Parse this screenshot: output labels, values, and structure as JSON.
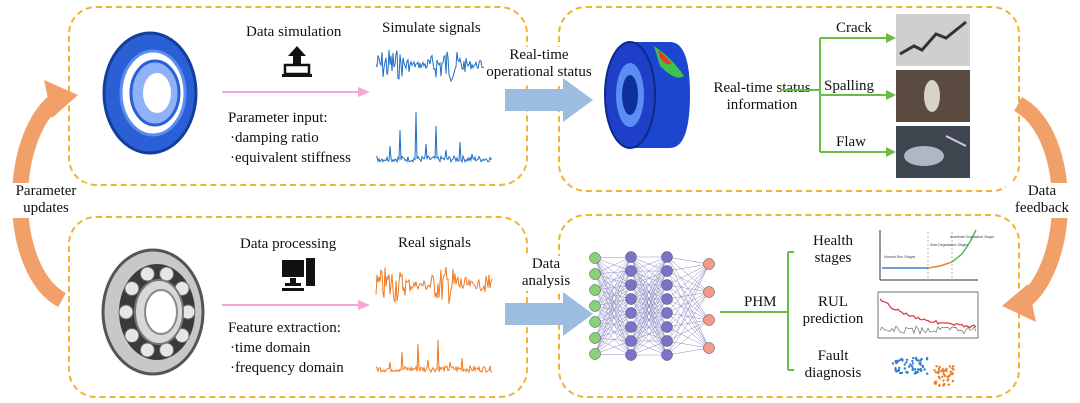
{
  "top_left": {
    "title": "Data simulation",
    "signals_title": "Simulate signals",
    "param_title": "Parameter input:",
    "param_items": [
      "·damping ratio",
      "·equivalent stiffness"
    ]
  },
  "top_mid": {
    "arrow_label_1": "Real-time",
    "arrow_label_2": "operational status"
  },
  "top_right": {
    "status_1": "Real-time status",
    "status_2": "information",
    "branches": [
      "Crack",
      "Spalling",
      "Flaw"
    ]
  },
  "bottom_left": {
    "title": "Data processing",
    "signals_title": "Real signals",
    "feature_title": "Feature extraction:",
    "feature_items": [
      "·time domain",
      "·frequency domain"
    ]
  },
  "bottom_mid": {
    "arrow_label_1": "Data",
    "arrow_label_2": "analysis"
  },
  "bottom_right": {
    "phm": "PHM",
    "branches": [
      {
        "line1": "Health",
        "line2": "stages"
      },
      {
        "line1": "RUL",
        "line2": "prediction"
      },
      {
        "line1": "Fault",
        "line2": "diagnosis"
      }
    ],
    "stage_labels": [
      "Normal Run Stages",
      "Slow Degradation Stages",
      "Accelerate Degradation Stages"
    ]
  },
  "side": {
    "left_1": "Parameter",
    "left_2": "updates",
    "right_1": "Data",
    "right_2": "feedback"
  },
  "colors": {
    "dash": "#f2b233",
    "sim_signal": "#1f6fc4",
    "real_signal": "#f07a24",
    "side_arrow": "#f1a06a",
    "big_arrow": "#9dbde0",
    "branch": "#6bbb47",
    "pink": "#f4a6d6"
  }
}
